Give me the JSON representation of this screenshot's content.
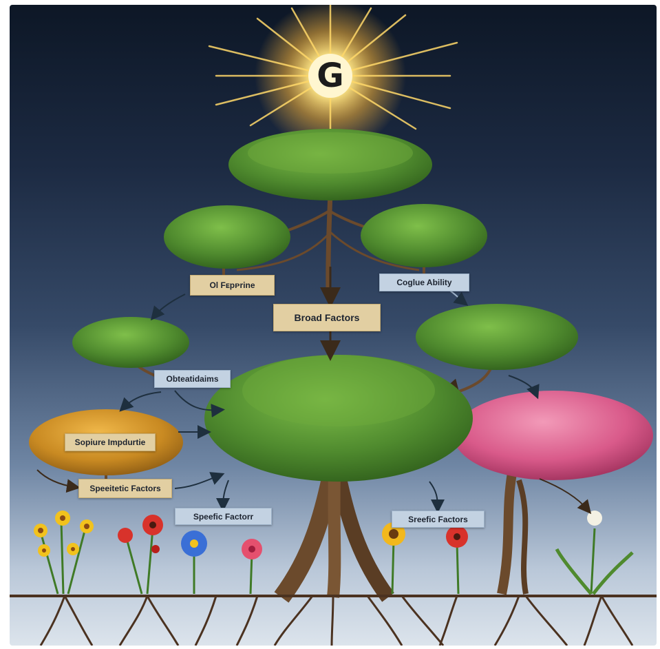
{
  "diagram": {
    "apex_letter": "G",
    "labels": {
      "top_left": "Ol Fᴇpᴘrine",
      "top_right": "Coglue Ability",
      "broad": "Broad Factors",
      "left_mid": "Obteatidaims",
      "left_orange": "Sopiure Impdurtie",
      "left_bottom": "Speeitetic Factors",
      "center_bottom": "Speefic Factorr",
      "right_bottom": "Sreefic Factors"
    },
    "colors": {
      "sky_top": "#0d1726",
      "sky_bottom": "#dce4ec",
      "sun": "#ffd96a",
      "foliage": "#4f8a2e",
      "foliage_dark": "#2f5e1b",
      "trunk": "#6b4a2c",
      "blossom": "#d95a8a",
      "orange_foliage": "#c98a22",
      "label_tan": "#e2cfa2",
      "label_blue": "#c3d2e2"
    },
    "flowers": [
      "yellow-flower",
      "red-flower",
      "blue-flower",
      "pink-flower",
      "sunflower",
      "red-flower",
      "white-lily"
    ]
  }
}
